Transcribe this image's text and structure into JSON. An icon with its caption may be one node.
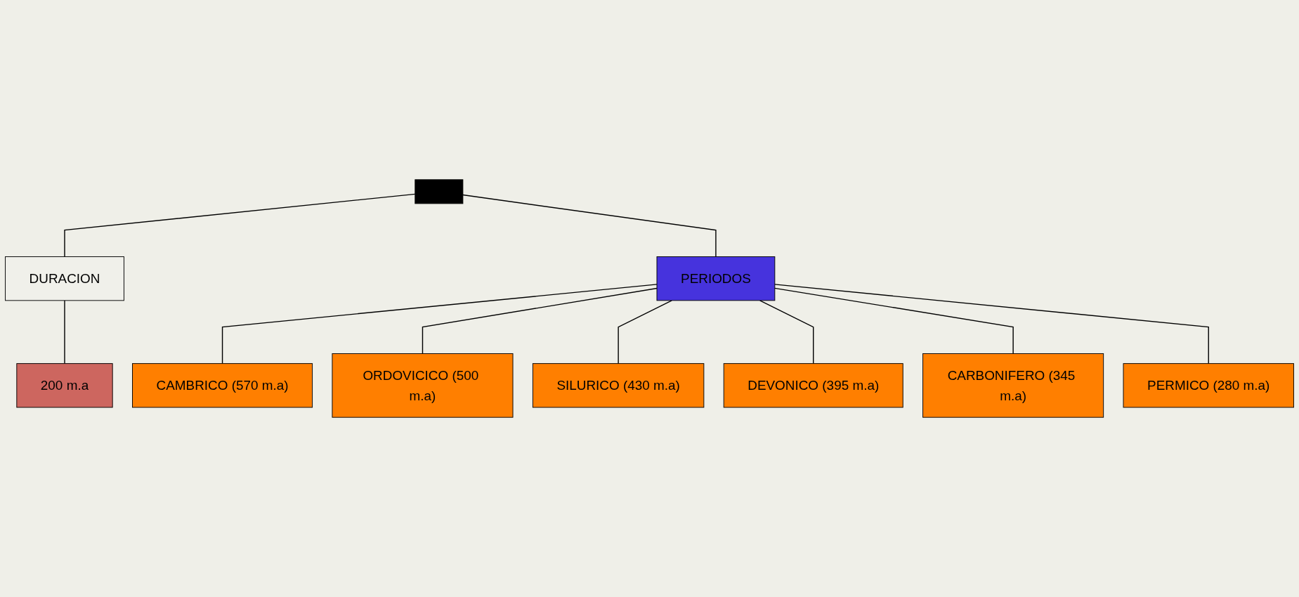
{
  "diagram": {
    "nodes": [
      {
        "text": [],
        "shape": "bar"
      },
      {
        "text": [
          "DURACION"
        ]
      },
      {
        "text": [
          "PERIODOS"
        ]
      },
      {
        "text": [
          "200 m.a"
        ]
      },
      {
        "text": [
          "CAMBRICO (570 m.a)"
        ]
      },
      {
        "text": [
          "ORDOVICICO (500 m.a)"
        ]
      },
      {
        "text": [
          "SILURICO (430 m.a)"
        ]
      },
      {
        "text": [
          "DEVONICO (395 m.a)"
        ]
      },
      {
        "text": [
          "CARBONIFERO (345 m.a)"
        ]
      },
      {
        "text": [
          "PERMICO (280 m.a)"
        ]
      }
    ],
    "edges": [
      {
        "from": 0,
        "to": 1,
        "arrow": "none"
      },
      {
        "from": 0,
        "to": 2,
        "arrow": "none"
      },
      {
        "from": 1,
        "to": 3,
        "arrow": "none"
      },
      {
        "from": 2,
        "to": 4,
        "arrow": "none"
      },
      {
        "from": 2,
        "to": 5,
        "arrow": "none"
      },
      {
        "from": 2,
        "to": 6,
        "arrow": "none"
      },
      {
        "from": 2,
        "to": 7,
        "arrow": "none"
      },
      {
        "from": 2,
        "to": 8,
        "arrow": "none"
      },
      {
        "from": 2,
        "to": 9,
        "arrow": "none"
      }
    ]
  }
}
